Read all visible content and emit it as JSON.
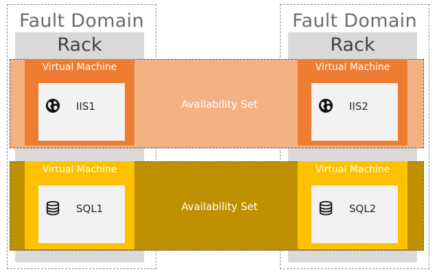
{
  "fault_domains": [
    {
      "title": "Fault Domain",
      "rack": "Rack"
    },
    {
      "title": "Fault Domain",
      "rack": "Rack"
    }
  ],
  "availability_sets": [
    {
      "label": "Availability Set",
      "color": "#f4b183",
      "vm_color": "#ed7d31",
      "vms": [
        {
          "title": "Virtual Machine",
          "server": "IIS1",
          "icon": "globe-icon"
        },
        {
          "title": "Virtual Machine",
          "server": "IIS2",
          "icon": "globe-icon"
        }
      ]
    },
    {
      "label": "Availability Set",
      "color": "#bf9000",
      "vm_color": "#ffc000",
      "vms": [
        {
          "title": "Virtual Machine",
          "server": "SQL1",
          "icon": "database-icon"
        },
        {
          "title": "Virtual Machine",
          "server": "SQL2",
          "icon": "database-icon"
        }
      ]
    }
  ]
}
